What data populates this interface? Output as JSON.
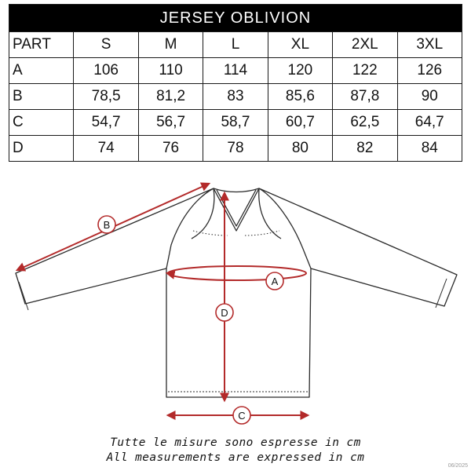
{
  "table": {
    "title": "JERSEY OBLIVION",
    "header": [
      "PART",
      "S",
      "M",
      "L",
      "XL",
      "2XL",
      "3XL"
    ],
    "rows": [
      {
        "part": "A",
        "values": [
          "106",
          "110",
          "114",
          "120",
          "122",
          "126"
        ]
      },
      {
        "part": "B",
        "values": [
          "78,5",
          "81,2",
          "83",
          "85,6",
          "87,8",
          "90"
        ]
      },
      {
        "part": "C",
        "values": [
          "54,7",
          "56,7",
          "58,7",
          "60,7",
          "62,5",
          "64,7"
        ]
      },
      {
        "part": "D",
        "values": [
          "74",
          "76",
          "78",
          "80",
          "82",
          "84"
        ]
      }
    ]
  },
  "diagram": {
    "labels": {
      "a": "A",
      "b": "B",
      "c": "C",
      "d": "D"
    },
    "colors": {
      "outline": "#2b2b2b",
      "measure": "#b32a2a"
    }
  },
  "notes": {
    "italian": "Tutte le misure sono espresse in cm",
    "english": "All measurements are expressed in cm"
  },
  "date_stamp": "06/2025"
}
